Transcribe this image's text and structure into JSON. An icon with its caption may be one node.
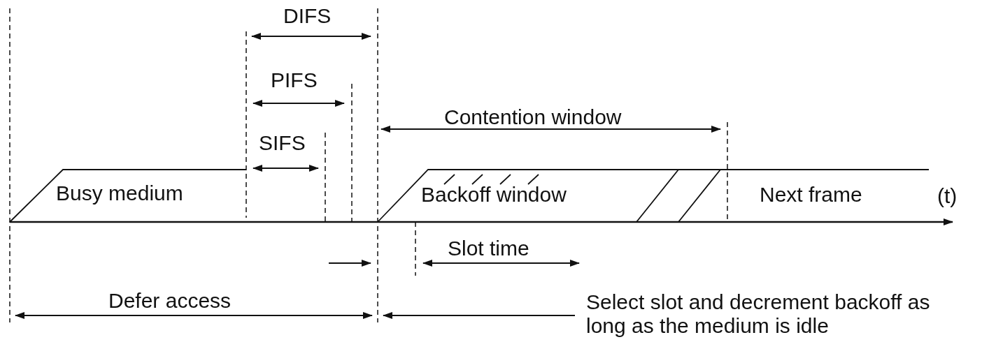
{
  "diagram": {
    "nodes": [
      {
        "text": [
          "Busy medium"
        ]
      },
      {
        "text": [
          "Backoff window"
        ]
      },
      {
        "text": [
          "Next frame"
        ]
      }
    ],
    "labels": [
      "DIFS",
      "PIFS",
      "SIFS",
      "Contention window",
      "(t)",
      "Slot time",
      "Defer access",
      "Select slot and decrement backoff as long as the medium is idle"
    ]
  }
}
